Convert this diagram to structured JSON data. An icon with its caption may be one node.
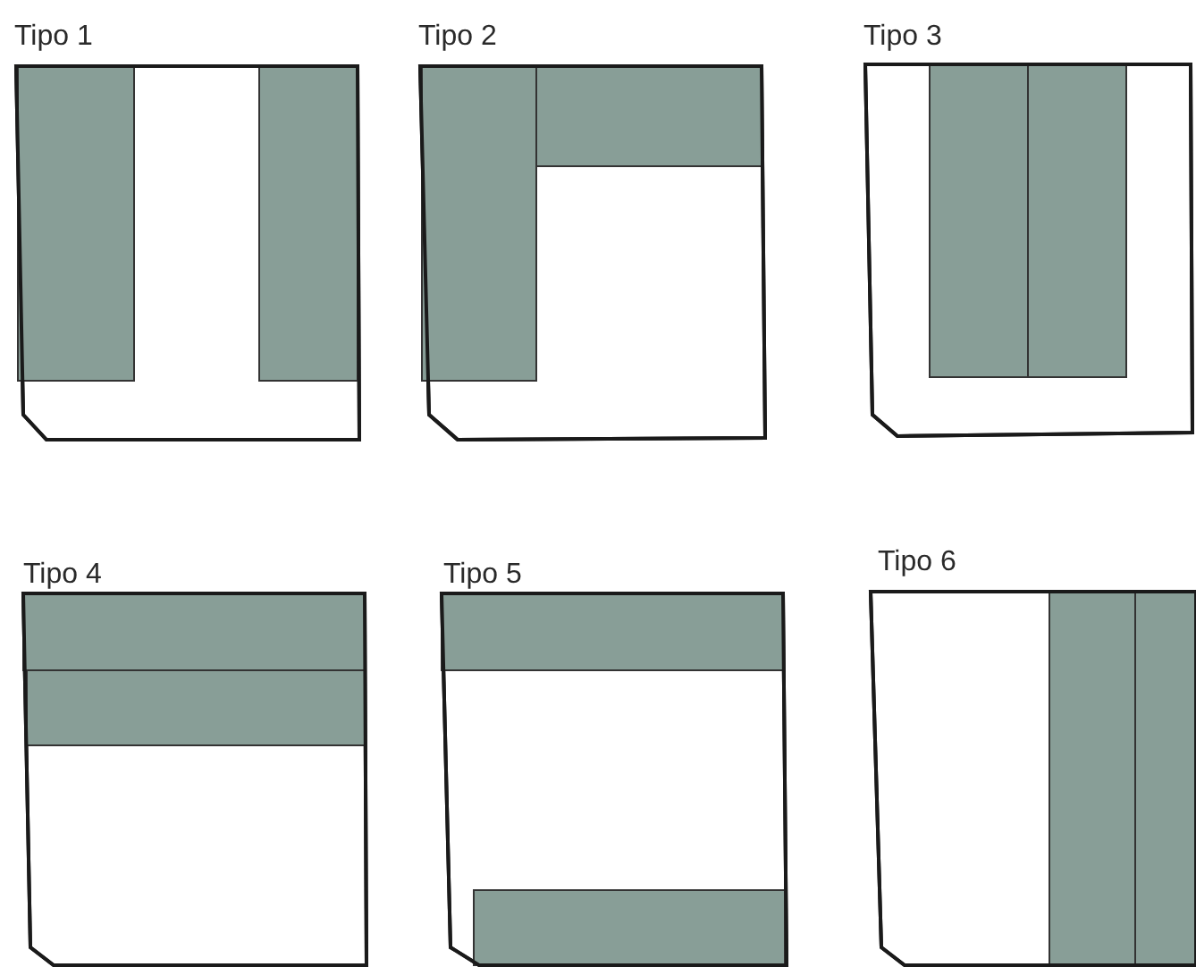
{
  "diagram": {
    "nodes": [
      {
        "text": [
          "Tipo 1"
        ]
      },
      {
        "text": [
          "Tipo 2"
        ]
      },
      {
        "text": [
          "Tipo 3"
        ]
      },
      {
        "text": [
          "Tipo 4"
        ]
      },
      {
        "text": [
          "Tipo 5"
        ]
      },
      {
        "text": [
          "Tipo 6"
        ]
      }
    ]
  }
}
